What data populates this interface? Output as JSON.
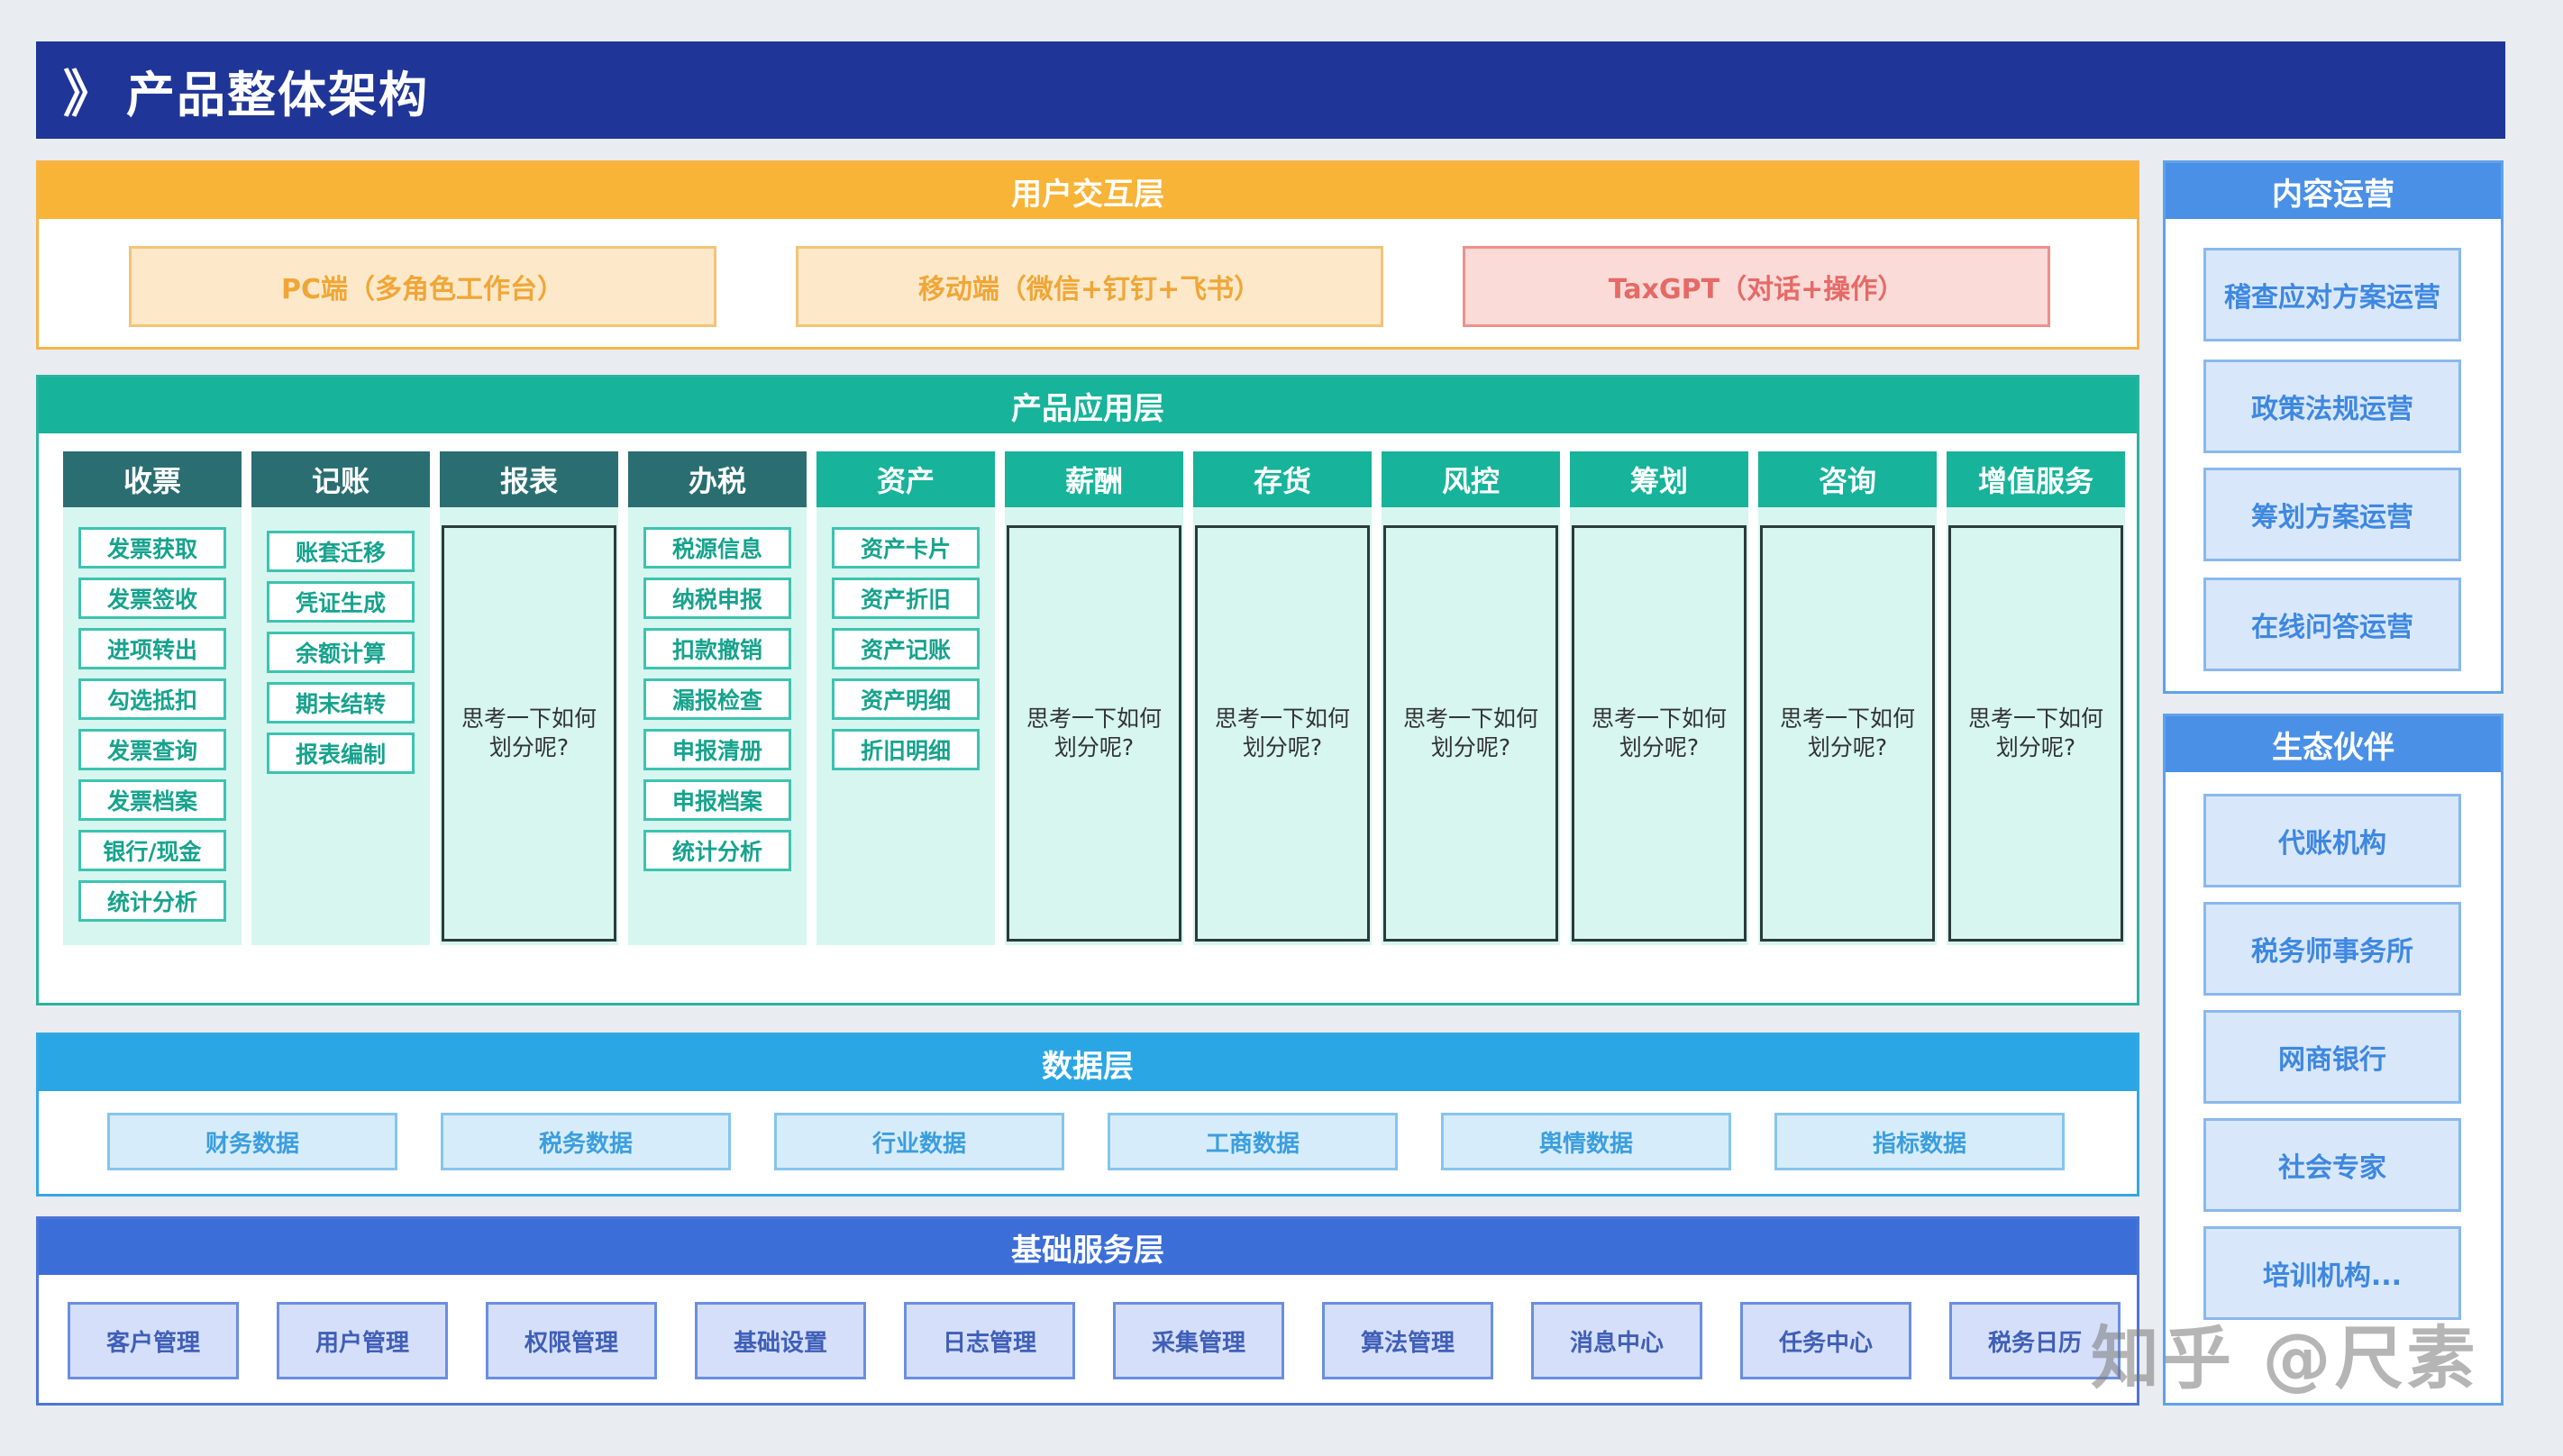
{
  "header": {
    "chevron": "》",
    "title": "产品整体架构"
  },
  "user_layer": {
    "title": "用户交互层",
    "clients": [
      "PC端（多角色工作台）",
      "移动端（微信+钉钉+飞书）",
      "TaxGPT（对话+操作）"
    ]
  },
  "app_layer": {
    "title": "产品应用层",
    "columns": [
      {
        "title": "收票",
        "items": [
          "发票获取",
          "发票签收",
          "进项转出",
          "勾选抵扣",
          "发票查询",
          "发票档案",
          "银行/现金",
          "统计分析"
        ]
      },
      {
        "title": "记账",
        "items": [
          "账套迁移",
          "凭证生成",
          "余额计算",
          "期末结转",
          "报表编制"
        ]
      },
      {
        "title": "报表",
        "placeholder": "思考一下如何划分呢?"
      },
      {
        "title": "办税",
        "items": [
          "税源信息",
          "纳税申报",
          "扣款撤销",
          "漏报检查",
          "申报清册",
          "申报档案",
          "统计分析"
        ]
      },
      {
        "title": "资产",
        "items": [
          "资产卡片",
          "资产折旧",
          "资产记账",
          "资产明细",
          "折旧明细"
        ]
      },
      {
        "title": "薪酬",
        "placeholder": "思考一下如何划分呢?"
      },
      {
        "title": "存货",
        "placeholder": "思考一下如何划分呢?"
      },
      {
        "title": "风控",
        "placeholder": "思考一下如何划分呢?"
      },
      {
        "title": "筹划",
        "placeholder": "思考一下如何划分呢?"
      },
      {
        "title": "咨询",
        "placeholder": "思考一下如何划分呢?"
      },
      {
        "title": "增值服务",
        "placeholder": "思考一下如何划分呢?"
      }
    ]
  },
  "data_layer": {
    "title": "数据层",
    "items": [
      "财务数据",
      "税务数据",
      "行业数据",
      "工商数据",
      "舆情数据",
      "指标数据"
    ]
  },
  "base_layer": {
    "title": "基础服务层",
    "items": [
      "客户管理",
      "用户管理",
      "权限管理",
      "基础设置",
      "日志管理",
      "采集管理",
      "算法管理",
      "消息中心",
      "任务中心",
      "税务日历"
    ]
  },
  "content_ops": {
    "title": "内容运营",
    "items": [
      "稽查应对方案运营",
      "政策法规运营",
      "筹划方案运营",
      "在线问答运营"
    ]
  },
  "eco_partners": {
    "title": "生态伙伴",
    "items": [
      "代账机构",
      "税务师事务所",
      "网商银行",
      "社会专家",
      "培训机构..."
    ]
  },
  "watermark": "知乎 @尺素"
}
